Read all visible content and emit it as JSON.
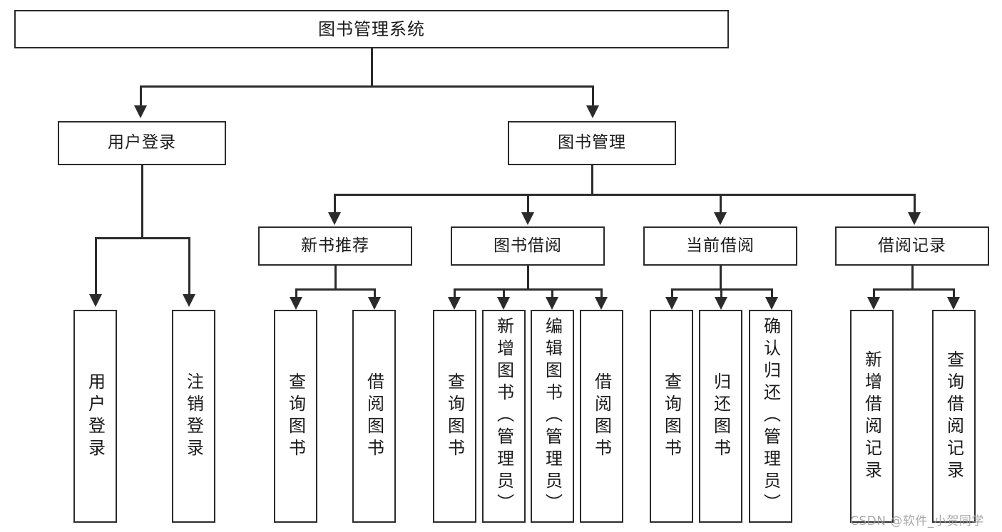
{
  "diagram": {
    "type": "tree-hierarchy",
    "title": "图书管理系统",
    "orientation": "top-down",
    "watermark": "CSDN @软件_小贺同学",
    "colors": {
      "stroke": "#2b2b2b",
      "fill": "#ffffff",
      "text": "#1a1a1a",
      "watermark": "#9a9a9a"
    },
    "root": {
      "label": "图书管理系统"
    },
    "level1": [
      {
        "label": "用户登录"
      },
      {
        "label": "图书管理"
      }
    ],
    "level2": [
      {
        "label": "新书推荐"
      },
      {
        "label": "图书借阅"
      },
      {
        "label": "当前借阅"
      },
      {
        "label": "借阅记录"
      }
    ],
    "leaves": {
      "user_login": [
        {
          "label": "用户登录"
        },
        {
          "label": "注销登录"
        }
      ],
      "new_book": [
        {
          "label": "查询图书"
        },
        {
          "label": "借阅图书"
        }
      ],
      "book_borrow": [
        {
          "label": "查询图书"
        },
        {
          "label": "新增图书（管理员）"
        },
        {
          "label": "编辑图书（管理员）"
        },
        {
          "label": "借阅图书"
        }
      ],
      "current_borrow": [
        {
          "label": "查询图书"
        },
        {
          "label": "归还图书"
        },
        {
          "label": "确认归还（管理员）"
        }
      ],
      "borrow_record": [
        {
          "label": "新增借阅记录"
        },
        {
          "label": "查询借阅记录"
        }
      ]
    }
  }
}
